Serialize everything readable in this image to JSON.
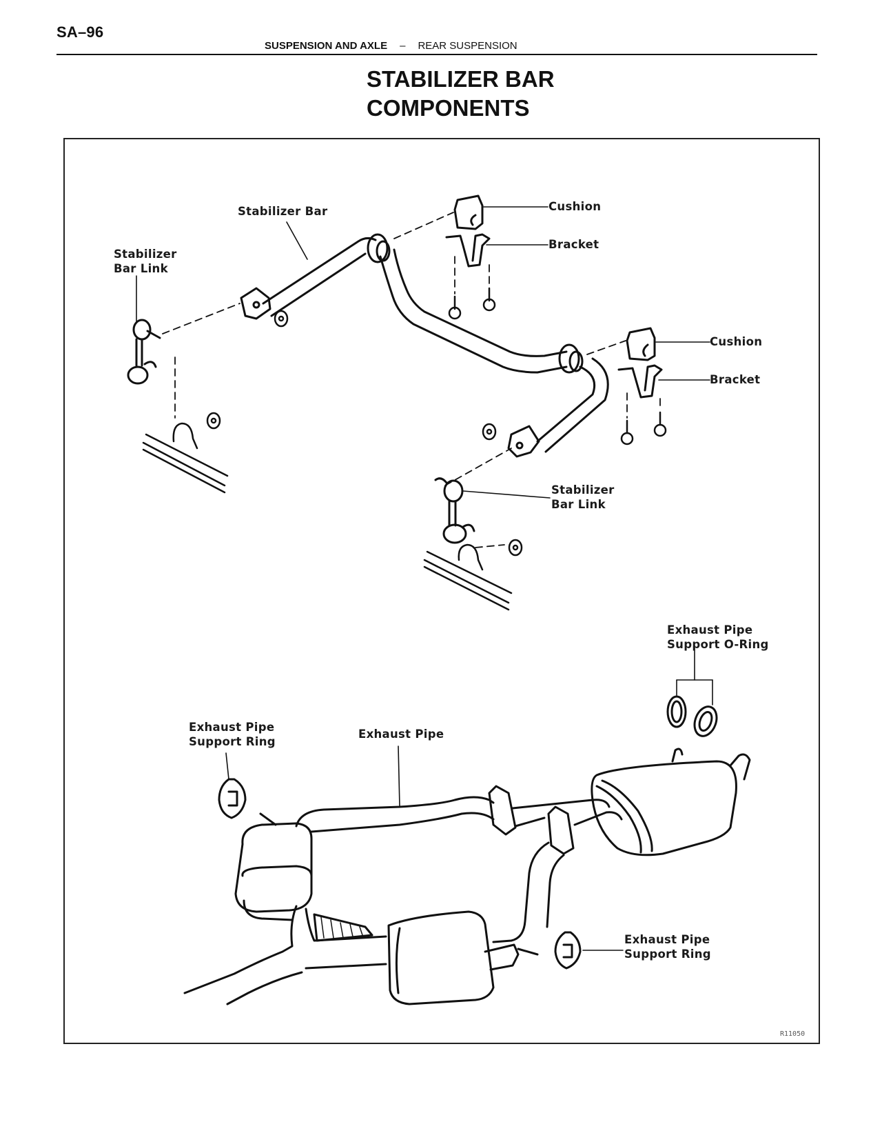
{
  "header": {
    "page_number": "SA–96",
    "section": "SUSPENSION AND AXLE",
    "separator": "–",
    "subsection": "REAR SUSPENSION"
  },
  "title": {
    "line1": "STABILIZER BAR",
    "line2": "COMPONENTS"
  },
  "diagram": {
    "labels": {
      "stabilizer_bar": "Stabilizer Bar",
      "stabilizer_bar_link_left_1": "Stabilizer",
      "stabilizer_bar_link_left_2": "Bar Link",
      "cushion_upper": "Cushion",
      "bracket_upper": "Bracket",
      "cushion_lower": "Cushion",
      "bracket_lower": "Bracket",
      "stabilizer_bar_link_right_1": "Stabilizer",
      "stabilizer_bar_link_right_2": "Bar Link",
      "oring_1": "Exhaust Pipe",
      "oring_2": "Support O-Ring",
      "support_ring_left_1": "Exhaust Pipe",
      "support_ring_left_2": "Support Ring",
      "exhaust_pipe": "Exhaust Pipe",
      "support_ring_right_1": "Exhaust Pipe",
      "support_ring_right_2": "Support Ring"
    },
    "figure_id": "R11050"
  }
}
